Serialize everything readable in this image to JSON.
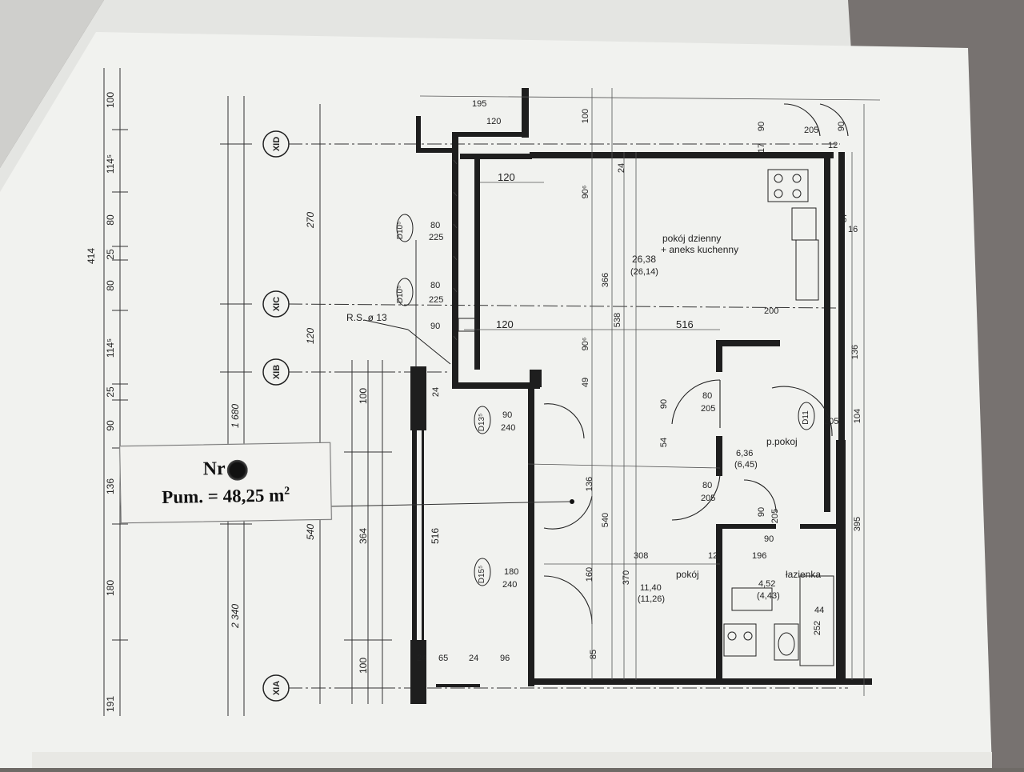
{
  "label": {
    "nr_prefix": "Nr",
    "area_text": "Pum. = 48,25 m",
    "area_exponent": "2"
  },
  "rooms": [
    {
      "name_line1": "pokój dzienny",
      "name_line2": "+ aneks kuchenny",
      "area": "26,38",
      "area_alt": "(26,14)"
    },
    {
      "name_line1": "p.pokoj",
      "area": "6,36",
      "area_alt": "(6,45)"
    },
    {
      "name_line1": "pokój",
      "area": "11,40",
      "area_alt": "(11,26)"
    },
    {
      "name_line1": "łazienka",
      "area": "4,52",
      "area_alt": "(4,43)"
    }
  ],
  "axes": [
    "XID",
    "XIC",
    "XIB",
    "XIA"
  ],
  "riser_label": "R.S. ø 13",
  "left_dimensions": {
    "outer": [
      "100",
      "114⁵",
      "80",
      "25",
      "80",
      "114⁵",
      "25",
      "90",
      "136",
      "180",
      "191"
    ],
    "totals": [
      "414",
      "270",
      "120",
      "1 680",
      "540",
      "2 340"
    ],
    "inner": [
      "100",
      "364",
      "516",
      "100"
    ]
  },
  "top_dimensions": [
    "195",
    "120",
    "120",
    "100",
    "24",
    "90",
    "205",
    "90",
    "17",
    "12",
    "16"
  ],
  "mid_dimensions": [
    "80",
    "225",
    "80",
    "225",
    "90",
    "120",
    "516",
    "200",
    "90⁶",
    "366",
    "538",
    "90⁶",
    "49",
    "24"
  ],
  "door_codes": [
    "D10⁵",
    "D10⁵",
    "D13⁵",
    "D15⁵",
    "D11"
  ],
  "misc_dimensions": [
    "80",
    "205",
    "90",
    "240",
    "180",
    "240",
    "80",
    "205",
    "90",
    "205",
    "90",
    "205",
    "308",
    "196",
    "12",
    "370",
    "540",
    "136",
    "54",
    "90",
    "104",
    "395",
    "136",
    "252",
    "44",
    "87",
    "24",
    "65",
    "24",
    "96",
    "85",
    "160"
  ]
}
